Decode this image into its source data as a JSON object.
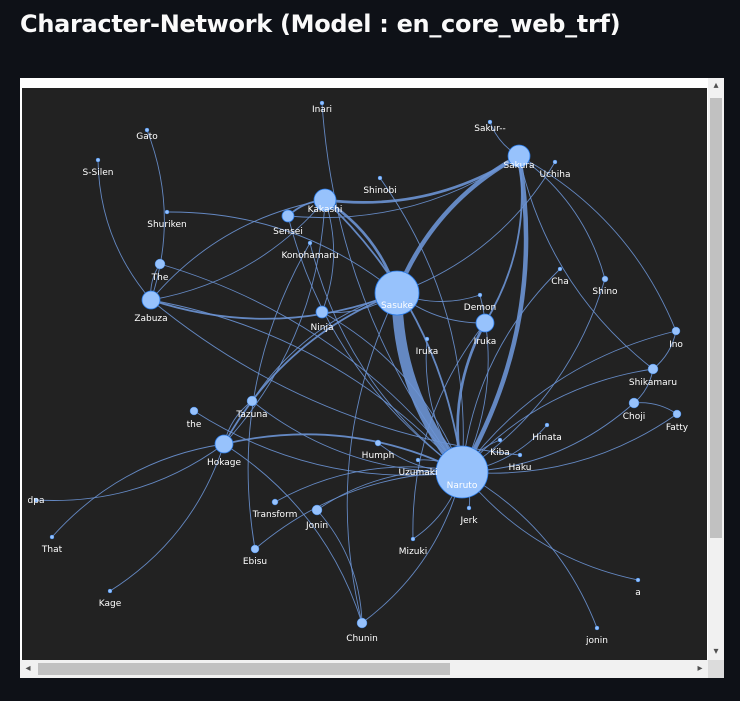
{
  "page": {
    "title": "Character-Network (Model : en_core_web_trf)"
  },
  "graph": {
    "background": "#222222",
    "node_color": "#97c2fc",
    "edge_color": "#6b94d4",
    "nodes": [
      {
        "id": "Naruto",
        "label": "Naruto",
        "size": 26
      },
      {
        "id": "Sasuke",
        "label": "Sasuke",
        "size": 22
      },
      {
        "id": "Sakura",
        "label": "Sakura",
        "size": 11
      },
      {
        "id": "Kakashi",
        "label": "Kakashi",
        "size": 11
      },
      {
        "id": "Iruka",
        "label": "Iruka",
        "size": 9
      },
      {
        "id": "Hokage",
        "label": "Hokage",
        "size": 9
      },
      {
        "id": "Zabuza",
        "label": "Zabuza",
        "size": 9
      },
      {
        "id": "Ninja",
        "label": "Ninja",
        "size": 6
      },
      {
        "id": "Sensei",
        "label": "Sensei",
        "size": 6
      },
      {
        "id": "Shikamaru",
        "label": "Shikamaru",
        "size": 5
      },
      {
        "id": "Choji",
        "label": "Choji",
        "size": 5
      },
      {
        "id": "Jonin",
        "label": "Jonin",
        "size": 5
      },
      {
        "id": "Chunin",
        "label": "Chunin",
        "size": 5
      },
      {
        "id": "The",
        "label": "The",
        "size": 5
      },
      {
        "id": "Tazuna",
        "label": "Tazuna",
        "size": 5
      },
      {
        "id": "Ino",
        "label": "Ino",
        "size": 4
      },
      {
        "id": "Fatty",
        "label": "Fatty",
        "size": 4
      },
      {
        "id": "the",
        "label": "the",
        "size": 4
      },
      {
        "id": "Ebisu",
        "label": "Ebisu",
        "size": 4
      },
      {
        "id": "Inari",
        "label": "Inari",
        "size": 2
      },
      {
        "id": "Gato",
        "label": "Gato",
        "size": 2
      },
      {
        "id": "S-Silen",
        "label": "S-Silen",
        "size": 2
      },
      {
        "id": "Shuriken",
        "label": "Shuriken",
        "size": 2
      },
      {
        "id": "Konohamaru",
        "label": "Konohamaru",
        "size": 2
      },
      {
        "id": "Shinobi",
        "label": "Shinobi",
        "size": 2
      },
      {
        "id": "Sakur--",
        "label": "Sakur--",
        "size": 2
      },
      {
        "id": "Uchiha",
        "label": "Uchiha",
        "size": 2
      },
      {
        "id": "Cha",
        "label": "Cha",
        "size": 2
      },
      {
        "id": "Shino",
        "label": "Shino",
        "size": 3
      },
      {
        "id": "Demon",
        "label": "Demon",
        "size": 2
      },
      {
        "id": "IrukaB",
        "label": "Iruka",
        "size": 2
      },
      {
        "id": "Hinata",
        "label": "Hinata",
        "size": 2
      },
      {
        "id": "Kiba",
        "label": "Kiba",
        "size": 2
      },
      {
        "id": "Haku",
        "label": "Haku",
        "size": 2
      },
      {
        "id": "Humph",
        "label": "Humph",
        "size": 3
      },
      {
        "id": "Uzumaki",
        "label": "Uzumaki",
        "size": 2
      },
      {
        "id": "Jerk",
        "label": "Jerk",
        "size": 2
      },
      {
        "id": "Transform",
        "label": "Transform",
        "size": 3
      },
      {
        "id": "Mizuki",
        "label": "Mizuki",
        "size": 2
      },
      {
        "id": "dpa",
        "label": "dpa",
        "size": 2
      },
      {
        "id": "That",
        "label": "That",
        "size": 2
      },
      {
        "id": "Kage",
        "label": "Kage",
        "size": 2
      },
      {
        "id": "a",
        "label": "a",
        "size": 2
      },
      {
        "id": "jonin",
        "label": "jonin",
        "size": 2
      }
    ],
    "edges": [
      [
        "Naruto",
        "Sasuke",
        12
      ],
      [
        "Naruto",
        "Sakura",
        5
      ],
      [
        "Sasuke",
        "Sakura",
        5
      ],
      [
        "Kakashi",
        "Sakura",
        3
      ],
      [
        "Kakashi",
        "Sasuke",
        3
      ],
      [
        "Naruto",
        "Kakashi",
        2
      ],
      [
        "Naruto",
        "Iruka",
        3
      ],
      [
        "Naruto",
        "Hokage",
        2
      ],
      [
        "Hokage",
        "Sasuke",
        2
      ],
      [
        "Zabuza",
        "Sasuke",
        2
      ],
      [
        "Zabuza",
        "Kakashi",
        1
      ],
      [
        "Naruto",
        "Zabuza",
        1
      ],
      [
        "Sasuke",
        "Ninja",
        1
      ],
      [
        "Naruto",
        "Ninja",
        1
      ],
      [
        "Sensei",
        "Kakashi",
        2
      ],
      [
        "Sensei",
        "Sakura",
        1
      ],
      [
        "Naruto",
        "Shikamaru",
        1
      ],
      [
        "Naruto",
        "Choji",
        1
      ],
      [
        "Naruto",
        "Ino",
        1
      ],
      [
        "Naruto",
        "Fatty",
        1
      ],
      [
        "Shikamaru",
        "Choji",
        1
      ],
      [
        "Shikamaru",
        "Ino",
        1
      ],
      [
        "Choji",
        "Fatty",
        1
      ],
      [
        "Naruto",
        "Jonin",
        1
      ],
      [
        "Naruto",
        "Chunin",
        1
      ],
      [
        "Sasuke",
        "Chunin",
        1
      ],
      [
        "Jonin",
        "Chunin",
        1
      ],
      [
        "The",
        "Zabuza",
        1
      ],
      [
        "The",
        "Naruto",
        1
      ],
      [
        "Tazuna",
        "Naruto",
        1
      ],
      [
        "Tazuna",
        "Sasuke",
        1
      ],
      [
        "the",
        "Naruto",
        1
      ],
      [
        "Ebisu",
        "Naruto",
        1
      ],
      [
        "Inari",
        "Naruto",
        1
      ],
      [
        "Gato",
        "Zabuza",
        1
      ],
      [
        "S-Silen",
        "Zabuza",
        1
      ],
      [
        "Shuriken",
        "Sasuke",
        1
      ],
      [
        "Konohamaru",
        "Naruto",
        1
      ],
      [
        "Shinobi",
        "Naruto",
        1
      ],
      [
        "Sakur--",
        "Sakura",
        1
      ],
      [
        "Uchiha",
        "Sasuke",
        1
      ],
      [
        "Cha",
        "Naruto",
        1
      ],
      [
        "Shino",
        "Naruto",
        1
      ],
      [
        "Shino",
        "Sakura",
        1
      ],
      [
        "Demon",
        "Naruto",
        1
      ],
      [
        "IrukaB",
        "Naruto",
        1
      ],
      [
        "Hinata",
        "Naruto",
        1
      ],
      [
        "Kiba",
        "Naruto",
        1
      ],
      [
        "Haku",
        "Zabuza",
        1
      ],
      [
        "Humph",
        "Naruto",
        1
      ],
      [
        "Uzumaki",
        "Naruto",
        1
      ],
      [
        "Jerk",
        "Naruto",
        1
      ],
      [
        "Transform",
        "Naruto",
        1
      ],
      [
        "Mizuki",
        "Naruto",
        1
      ],
      [
        "Mizuki",
        "Iruka",
        1
      ],
      [
        "dpa",
        "Hokage",
        1
      ],
      [
        "That",
        "Hokage",
        1
      ],
      [
        "Kage",
        "Hokage",
        1
      ],
      [
        "a",
        "Naruto",
        1
      ],
      [
        "jonin",
        "Naruto",
        1
      ],
      [
        "Sakura",
        "Ino",
        1
      ],
      [
        "Sakura",
        "Shikamaru",
        1
      ],
      [
        "Kakashi",
        "Zabuza",
        1
      ],
      [
        "Iruka",
        "Sakura",
        2
      ],
      [
        "Iruka",
        "Sasuke",
        1
      ],
      [
        "Hokage",
        "Kakashi",
        1
      ],
      [
        "Hokage",
        "Tazuna",
        1
      ],
      [
        "Sasuke",
        "Demon",
        1
      ],
      [
        "Naruto",
        "Sensei",
        1
      ],
      [
        "Chunin",
        "Hokage",
        1
      ],
      [
        "Ebisu",
        "Konohamaru",
        1
      ],
      [
        "Ninja",
        "Kakashi",
        1
      ]
    ]
  },
  "scrollbars": {
    "up_arrow": "▴",
    "down_arrow": "▾",
    "left_arrow": "◂",
    "right_arrow": "▸"
  }
}
